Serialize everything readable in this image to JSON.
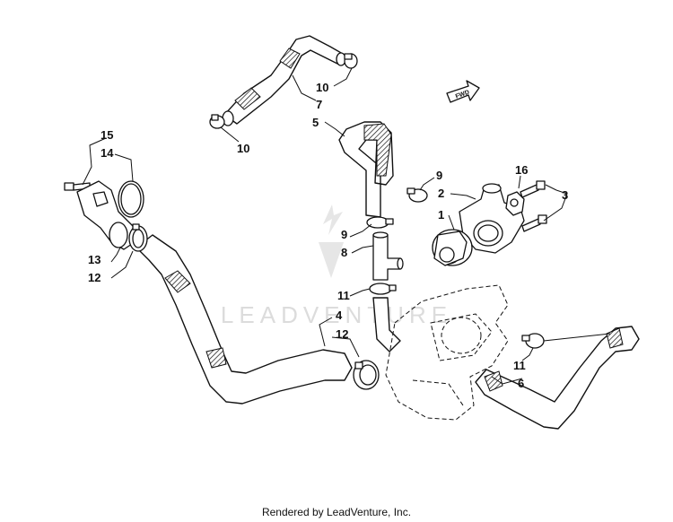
{
  "watermark": "LEADVENTURE",
  "footer": "Rendered by LeadVenture, Inc.",
  "fwd_label": "FWD",
  "callouts": {
    "c1": "1",
    "c2": "2",
    "c3": "3",
    "c4": "4",
    "c5": "5",
    "c6": "6",
    "c7": "7",
    "c8": "8",
    "c9a": "9",
    "c9b": "9",
    "c10a": "10",
    "c10b": "10",
    "c11a": "11",
    "c11b": "11",
    "c12a": "12",
    "c12b": "12",
    "c13": "13",
    "c14": "14",
    "c15": "15",
    "c16": "16"
  }
}
